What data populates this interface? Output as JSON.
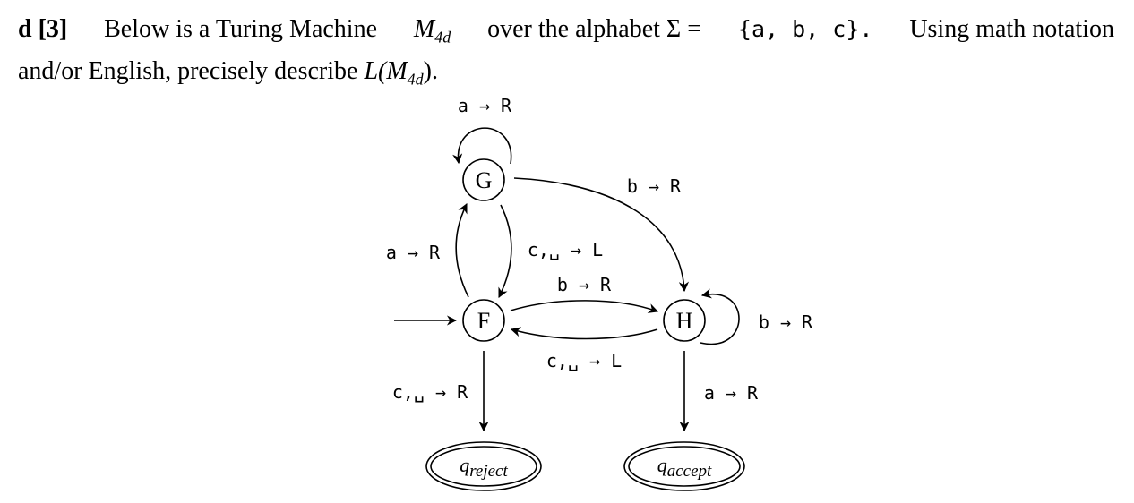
{
  "problem": {
    "part_letter": "d",
    "points": "[3]",
    "text_1": "Below is a Turing Machine",
    "machine_name": "M",
    "machine_sub": "4d",
    "text_2": "over the alphabet Σ =",
    "alphabet": "{a, b, c}.",
    "text_3": "Using math notation",
    "text_4": "and/or English, precisely describe",
    "lang_open": "L(M",
    "lang_sub": "4d",
    "lang_close": ")."
  },
  "diagram": {
    "states": {
      "G": "G",
      "F": "F",
      "H": "H",
      "reject_base": "q",
      "reject_sub": "reject",
      "accept_base": "q",
      "accept_sub": "accept"
    },
    "transitions": {
      "g_loop": "a → R",
      "g_to_h": "b → R",
      "f_to_g": "a → R",
      "g_to_f": "c,␣ → L",
      "f_to_h": "b → R",
      "h_loop": "b → R",
      "h_to_f": "c,␣ → L",
      "f_to_reject": "c,␣ → R",
      "h_to_accept": "a → R"
    },
    "start_state": "F",
    "accept_state": "accept",
    "reject_state": "reject"
  }
}
